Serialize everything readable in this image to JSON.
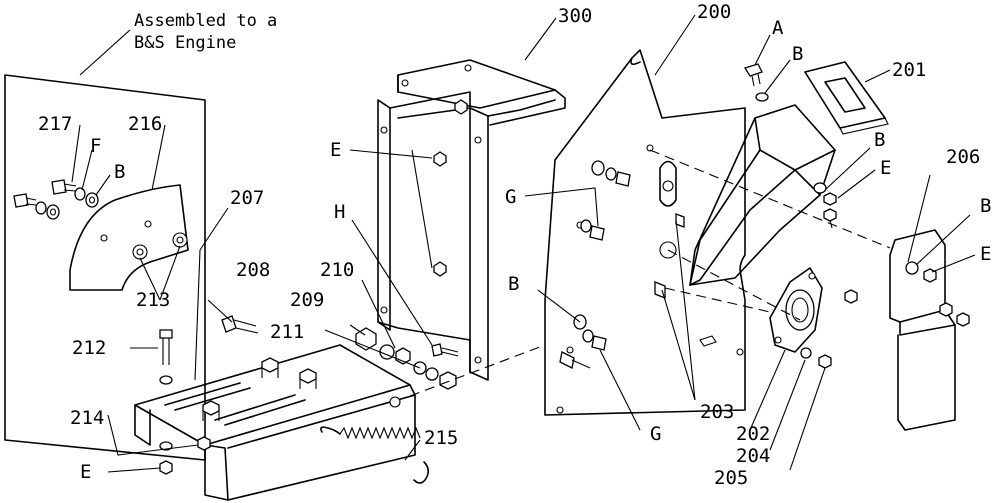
{
  "note": {
    "line1": "Assembled to a",
    "line2": "B&S Engine"
  },
  "labels": {
    "l300": "300",
    "l200": "200",
    "lA": "A",
    "lB_top": "B",
    "l201": "201",
    "l217": "217",
    "l216": "216",
    "lF": "F",
    "lB_engine": "B",
    "lE_300a": "E",
    "lG_top": "G",
    "lB_right": "B",
    "lE_right": "E",
    "l206": "206",
    "lB_206": "B",
    "lE_206": "E",
    "l207": "207",
    "lH": "H",
    "l208": "208",
    "l210": "210",
    "l209": "209",
    "l213": "213",
    "l211": "211",
    "l212": "212",
    "lB_mid": "B",
    "lG_bottom": "G",
    "l203": "203",
    "l202": "202",
    "l204": "204",
    "l205": "205",
    "l214": "214",
    "lE_bottom": "E",
    "l215": "215"
  }
}
